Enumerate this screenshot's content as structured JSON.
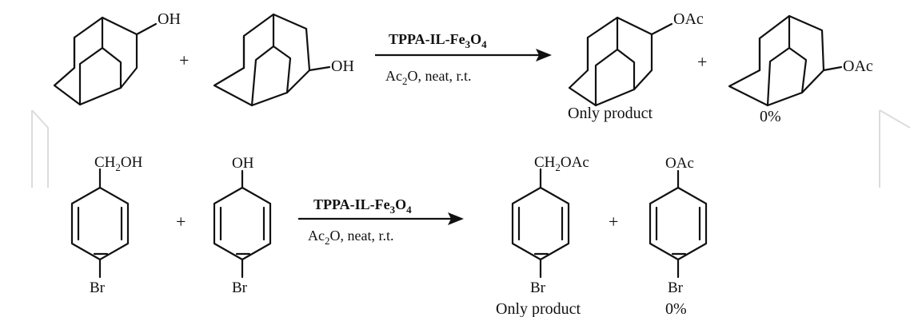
{
  "reaction_1": {
    "reactant_a_group": "OH",
    "plus_1": "+",
    "reactant_b_group": "OH",
    "catalyst": {
      "main": "TPPA-IL-Fe",
      "sub1": "3",
      "mid": "O",
      "sub2": "4"
    },
    "conditions": {
      "main": "Ac",
      "sub": "2",
      "rest": "O,  neat, r.t."
    },
    "product_a_group": "OAc",
    "plus_2": "+",
    "product_b_group": "OAc",
    "product_a_result": "Only product",
    "product_b_result": "0%"
  },
  "reaction_2": {
    "reactant_a_group": {
      "main": "CH",
      "sub": "2",
      "rest": "OH"
    },
    "reactant_a_sub": "Br",
    "plus_1": "+",
    "reactant_b_group": "OH",
    "reactant_b_sub": "Br",
    "catalyst": {
      "main": "TPPA-IL-Fe",
      "sub1": "3",
      "mid": "O",
      "sub2": "4"
    },
    "conditions": {
      "main": "Ac",
      "sub": "2",
      "rest": "O,  neat, r.t."
    },
    "product_a_group": {
      "main": "CH",
      "sub": "2",
      "rest": "OAc"
    },
    "product_a_sub": "Br",
    "plus_2": "+",
    "product_b_group": "OAc",
    "product_b_sub": "Br",
    "product_a_result": "Only product",
    "product_b_result": "0%"
  }
}
